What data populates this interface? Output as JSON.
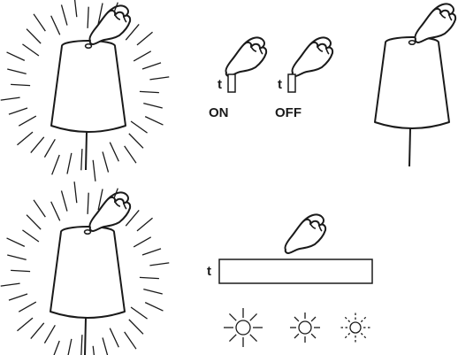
{
  "instructions": {
    "step_touch": {
      "t_label": "t",
      "on_label": "ON",
      "off_label": "OFF"
    },
    "step_hold": {
      "t_label": "t"
    }
  },
  "icons": {
    "hand": "pointing-hand-icon",
    "lamp": "table-lamp-icon",
    "sun_large": "brightness-high-icon",
    "sun_medium": "brightness-medium-icon",
    "sun_small": "brightness-low-icon"
  },
  "colors": {
    "ink": "#1a1a1a",
    "background": "#ffffff"
  }
}
